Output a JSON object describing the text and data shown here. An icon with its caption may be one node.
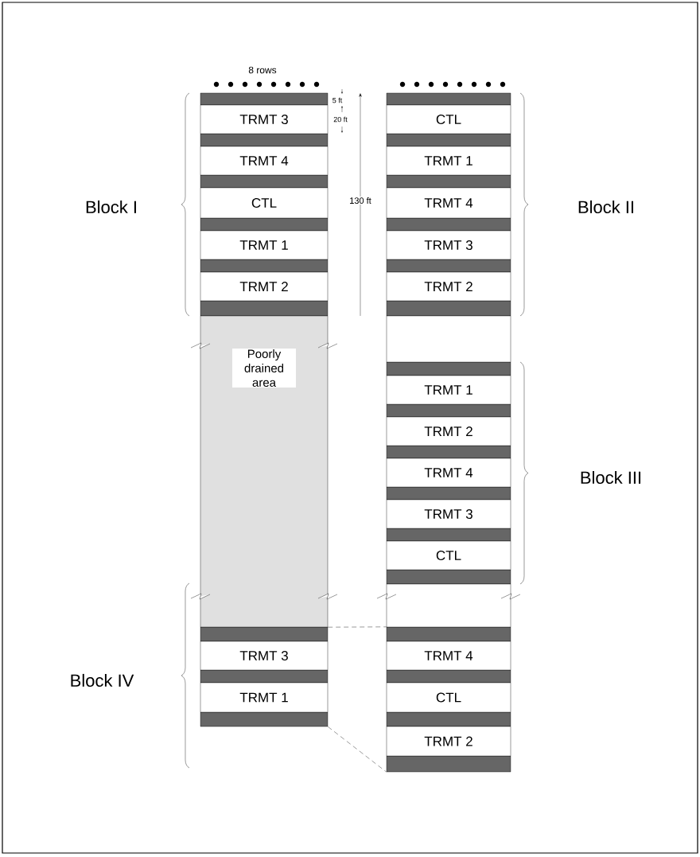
{
  "diagram": {
    "nodes": [
      {
        "text": [
          "TRMT 3"
        ]
      },
      {
        "text": [
          "TRMT 4"
        ]
      },
      {
        "text": [
          "CTL"
        ]
      },
      {
        "text": [
          "TRMT 1"
        ]
      },
      {
        "text": [
          "TRMT 2"
        ]
      },
      {
        "text": [
          "CTL"
        ]
      },
      {
        "text": [
          "TRMT 1"
        ]
      },
      {
        "text": [
          "TRMT 4"
        ]
      },
      {
        "text": [
          "TRMT 3"
        ]
      },
      {
        "text": [
          "TRMT 2"
        ]
      },
      {
        "text": [
          "Poorly drained area"
        ]
      },
      {
        "text": [
          "TRMT 1"
        ]
      },
      {
        "text": [
          "TRMT 2"
        ]
      },
      {
        "text": [
          "TRMT 4"
        ]
      },
      {
        "text": [
          "TRMT 3"
        ]
      },
      {
        "text": [
          "CTL"
        ]
      },
      {
        "text": [
          "TRMT 3"
        ]
      },
      {
        "text": [
          "TRMT 1"
        ]
      },
      {
        "text": [
          "TRMT 4"
        ]
      },
      {
        "text": [
          "CTL"
        ]
      },
      {
        "text": [
          "TRMT 2"
        ]
      }
    ],
    "edges": [
      {
        "from": 10,
        "to": 18,
        "arrow": "none",
        "style": "dashed"
      },
      {
        "from": 17,
        "to": 20,
        "arrow": "none",
        "style": "dashed"
      }
    ],
    "labels": [
      "8 rows",
      "5 ft",
      "20 ft",
      "Block I",
      "130 ft",
      "Block II",
      "Block III",
      "Block IV"
    ]
  }
}
